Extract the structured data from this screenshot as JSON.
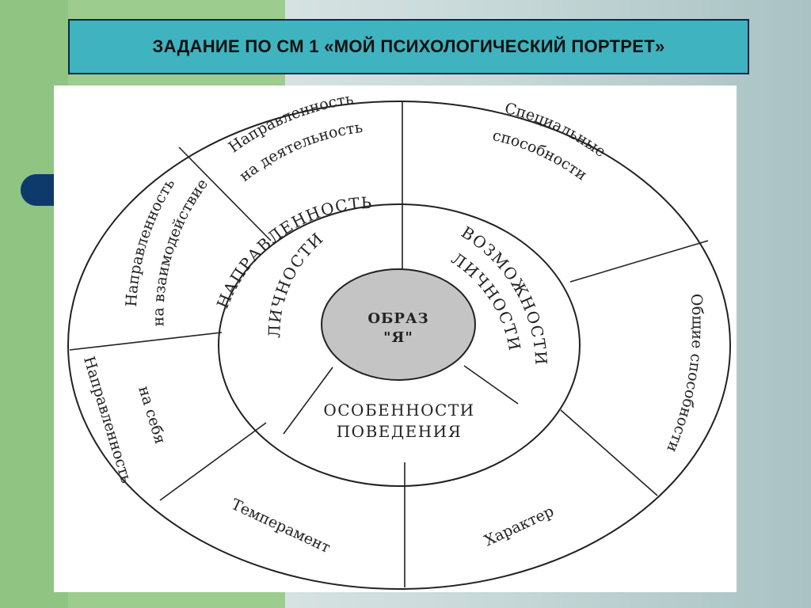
{
  "title": "ЗАДАНИЕ ПО СМ 1 «МОЙ ПСИХОЛОГИЧЕСКИЙ ПОРТРЕТ»",
  "diagram": {
    "core": {
      "line1": "ОБРАЗ",
      "line2": "\"Я\""
    },
    "middle": {
      "direction": {
        "line1": "НАПРАВЛЕННОСТЬ",
        "line2": "ЛИЧНОСТИ"
      },
      "abilities": {
        "line1": "ВОЗМОЖНОСТИ",
        "line2": "ЛИЧНОСТИ"
      },
      "behavior": {
        "line1": "ОСОБЕННОСТИ",
        "line2": "ПОВЕДЕНИЯ"
      }
    },
    "outer": {
      "activity": {
        "line1": "Направленность",
        "line2": "на деятельность"
      },
      "special": {
        "line1": "Специальные",
        "line2": "способности"
      },
      "general": {
        "line1": "Общие способности"
      },
      "character": {
        "line1": "Характер"
      },
      "temperament": {
        "line1": "Темперамент"
      },
      "self": {
        "line1": "Направленность",
        "line2": "на себя"
      },
      "interaction": {
        "line1": "Направленность",
        "line2": "на взаимодействие"
      }
    }
  },
  "colors": {
    "title_bg": "#3fb3bf",
    "accent_dark": "#0e3a6b",
    "core_fill": "#c4c4c4"
  }
}
